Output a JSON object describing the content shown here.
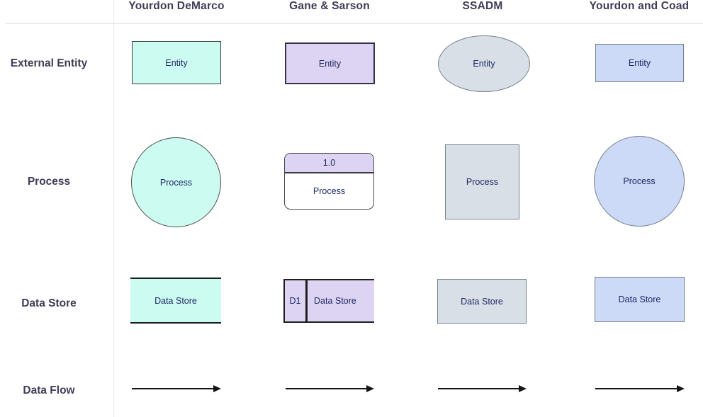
{
  "header": {
    "columns": [
      "Yourdon DeMarco",
      "Gane & Sarson",
      "SSADM",
      "Yourdon and Coad"
    ]
  },
  "row_labels": {
    "external_entity": "External Entity",
    "process": "Process",
    "data_store": "Data Store",
    "data_flow": "Data Flow"
  },
  "cells": {
    "entity_label": "Entity",
    "process_label": "Process",
    "process_number": "1.0",
    "data_store_label": "Data Store",
    "data_store_id": "D1"
  },
  "colors": {
    "mint": "#ccfbf1",
    "lavender": "#ddd3f2",
    "grey_blue": "#d8dfe6",
    "light_blue": "#ccd9f7",
    "grey_border": "#74808d",
    "heading_text": "#3f3d56",
    "shape_text": "#1e2a63",
    "arrow": "#141414"
  }
}
